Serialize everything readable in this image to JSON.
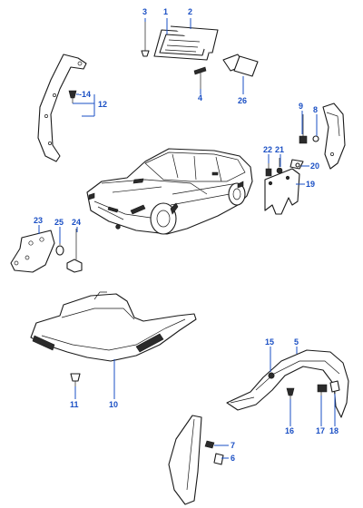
{
  "diagram": {
    "callout_color": "#1a4fc4",
    "line_color": "#1a1a1a",
    "callouts": [
      {
        "id": "c1",
        "text": "1"
      },
      {
        "id": "c2",
        "text": "2"
      },
      {
        "id": "c3",
        "text": "3"
      },
      {
        "id": "c4",
        "text": "4"
      },
      {
        "id": "c26",
        "text": "26"
      },
      {
        "id": "c14",
        "text": "-14"
      },
      {
        "id": "c12",
        "text": "12"
      },
      {
        "id": "c9",
        "text": "9"
      },
      {
        "id": "c8",
        "text": "8"
      },
      {
        "id": "c22",
        "text": "22"
      },
      {
        "id": "c21",
        "text": "21"
      },
      {
        "id": "c20",
        "text": "20"
      },
      {
        "id": "c19",
        "text": "19"
      },
      {
        "id": "c23",
        "text": "23"
      },
      {
        "id": "c25",
        "text": "25"
      },
      {
        "id": "c24",
        "text": "24"
      },
      {
        "id": "c15",
        "text": "15"
      },
      {
        "id": "c5",
        "text": "5"
      },
      {
        "id": "c11",
        "text": "11"
      },
      {
        "id": "c10",
        "text": "10"
      },
      {
        "id": "c16",
        "text": "16"
      },
      {
        "id": "c17",
        "text": "17"
      },
      {
        "id": "c18",
        "text": "18"
      },
      {
        "id": "c7",
        "text": "7"
      },
      {
        "id": "c6",
        "text": "6"
      }
    ]
  }
}
